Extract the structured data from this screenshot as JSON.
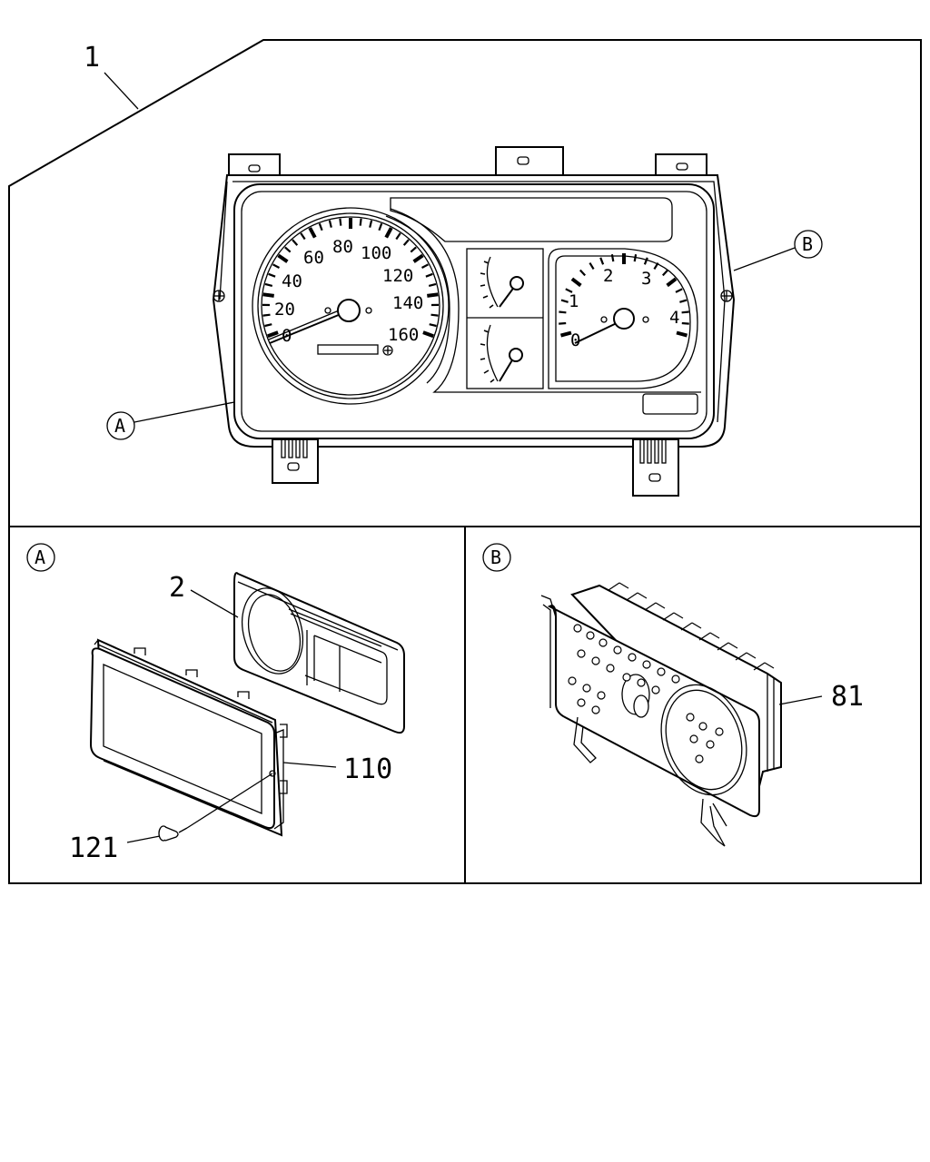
{
  "callouts": {
    "assembly": "1",
    "face_plate": "2",
    "glass": "110",
    "screw": "121",
    "meter_unit": "81"
  },
  "detail_refs": {
    "a": "A",
    "b": "B"
  },
  "speedometer": {
    "labels": [
      "0",
      "20",
      "40",
      "60",
      "80",
      "100",
      "120",
      "140",
      "160"
    ]
  },
  "tachometer": {
    "labels": [
      "0",
      "1",
      "2",
      "3",
      "4"
    ]
  }
}
